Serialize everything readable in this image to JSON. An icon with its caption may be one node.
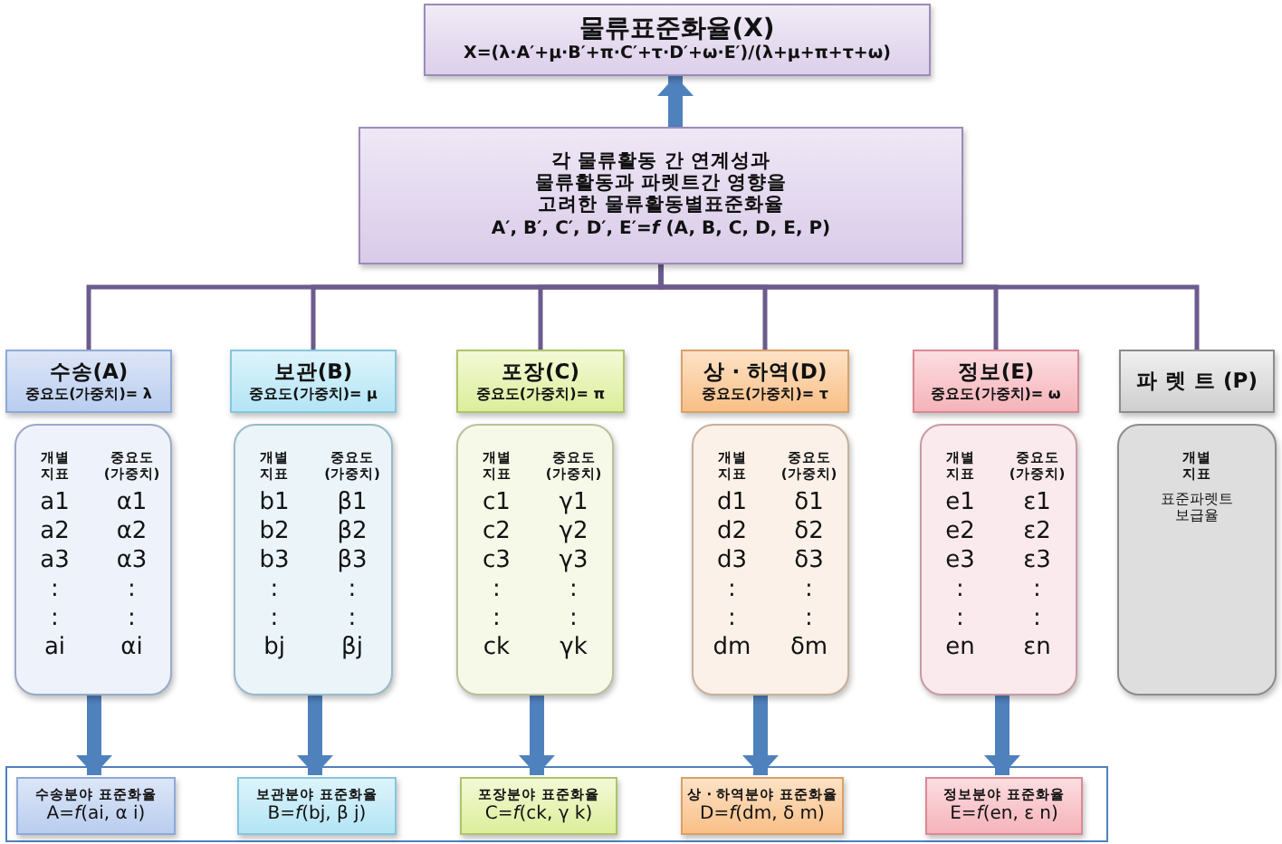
{
  "diagram": {
    "nodes": [
      {
        "text": [
          "물류표준화율(X)",
          "X=(λ·A′+μ·B′+π·C′+τ·D′+ω·E′)/(λ+μ+π+τ+ω)"
        ]
      },
      {
        "text": [
          "각 물류활동 간 연계성과 물류활동과 파렛트간 영향을 고려한 물류활동별표준화율",
          "A′, B′, C′, D′, E′=*f* (A, B, C, D, E, P)"
        ]
      },
      {
        "text": [
          "수송(A)",
          "중요도(가중치)= λ"
        ]
      },
      {
        "text": [
          "보관(B)",
          "중요도(가중치)= μ"
        ]
      },
      {
        "text": [
          "포장(C)",
          "중요도(가중치)= π"
        ]
      },
      {
        "text": [
          "상 · 하역(D)",
          "중요도(가중치)= τ"
        ]
      },
      {
        "text": [
          "정보(E)",
          "중요도(가중치)= ω"
        ]
      },
      {
        "text": [
          "파 렛 트 (P)"
        ]
      },
      {
        "text": [
          "개별 지표",
          "중요도 (가중치)",
          "a1",
          "α1",
          "a2",
          "α2",
          "a3",
          "α3",
          ":",
          ":",
          ":",
          ":",
          "ai",
          "αi"
        ]
      },
      {
        "text": [
          "개별 지표",
          "중요도 (가중치)",
          "b1",
          "β1",
          "b2",
          "β2",
          "b3",
          "β3",
          ":",
          ":",
          ":",
          ":",
          "bj",
          "βj"
        ]
      },
      {
        "text": [
          "개별 지표",
          "중요도 (가중치)",
          "c1",
          "γ1",
          "c2",
          "γ2",
          "c3",
          "γ3",
          ":",
          ":",
          ":",
          ":",
          "ck",
          "γk"
        ]
      },
      {
        "text": [
          "개별 지표",
          "중요도 (가중치)",
          "d1",
          "δ1",
          "d2",
          "δ2",
          "d3",
          "δ3",
          ":",
          ":",
          ":",
          ":",
          "dm",
          "δm"
        ]
      },
      {
        "text": [
          "개별 지표",
          "중요도 (가중치)",
          "e1",
          "ε1",
          "e2",
          "ε2",
          "e3",
          "ε3",
          ":",
          ":",
          ":",
          ":",
          "en",
          "εn"
        ]
      },
      {
        "text": [
          "개별 지표",
          "표준파렛트 보급율"
        ]
      },
      {
        "text": [],
        "shape": "box"
      },
      {
        "text": [
          "수송분야 표준화율",
          "A=*f*(ai, α i)"
        ],
        "in": 14
      },
      {
        "text": [
          "보관분야 표준화율",
          "B=*f*(bj, β j)"
        ],
        "in": 14
      },
      {
        "text": [
          "포장분야 표준화율",
          "C=*f*(ck, γ k)"
        ],
        "in": 14
      },
      {
        "text": [
          "상 · 하역분야 표준화율",
          "D=*f*(dm, δ m)"
        ],
        "in": 14
      },
      {
        "text": [
          "정보분야 표준화율",
          "E=*f*(en, ε n)"
        ],
        "in": 14
      }
    ],
    "edges": [
      {
        "from": 1,
        "to": 0,
        "arrow": "to",
        "style": "thick",
        "color": "#4f81bd"
      },
      {
        "from": 1,
        "to": 2,
        "arrow": "none"
      },
      {
        "from": 1,
        "to": 3,
        "arrow": "none"
      },
      {
        "from": 1,
        "to": 4,
        "arrow": "none"
      },
      {
        "from": 1,
        "to": 5,
        "arrow": "none"
      },
      {
        "from": 1,
        "to": 6,
        "arrow": "none"
      },
      {
        "from": 1,
        "to": 7,
        "arrow": "none"
      },
      {
        "from": 8,
        "to": 15,
        "arrow": "to",
        "style": "thick",
        "color": "#4f81bd"
      },
      {
        "from": 9,
        "to": 16,
        "arrow": "to",
        "style": "thick",
        "color": "#4f81bd"
      },
      {
        "from": 10,
        "to": 17,
        "arrow": "to",
        "style": "thick",
        "color": "#4f81bd"
      },
      {
        "from": 11,
        "to": 18,
        "arrow": "to",
        "style": "thick",
        "color": "#4f81bd"
      },
      {
        "from": 12,
        "to": 19,
        "arrow": "to",
        "style": "thick",
        "color": "#4f81bd"
      }
    ]
  }
}
